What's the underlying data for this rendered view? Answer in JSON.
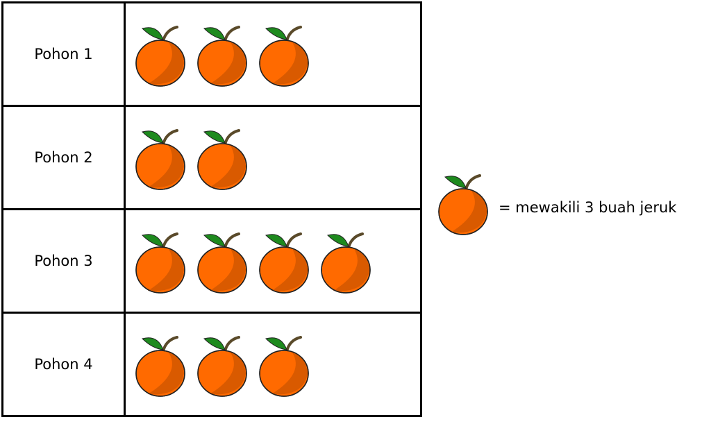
{
  "chart_data": {
    "type": "pictograph",
    "categories": [
      "Pohon 1",
      "Pohon 2",
      "Pohon 3",
      "Pohon 4"
    ],
    "icon_counts": [
      3,
      2,
      4,
      3
    ],
    "units_per_icon": 3,
    "values": [
      9,
      6,
      12,
      9
    ],
    "legend": "= mewakili 3 buah jeruk",
    "icon": "orange-icon",
    "colors": {
      "orange": "#FF6A00",
      "shade": "#D95A00",
      "leaf": "#1E8A1E",
      "stem": "#5A4A2A"
    }
  }
}
